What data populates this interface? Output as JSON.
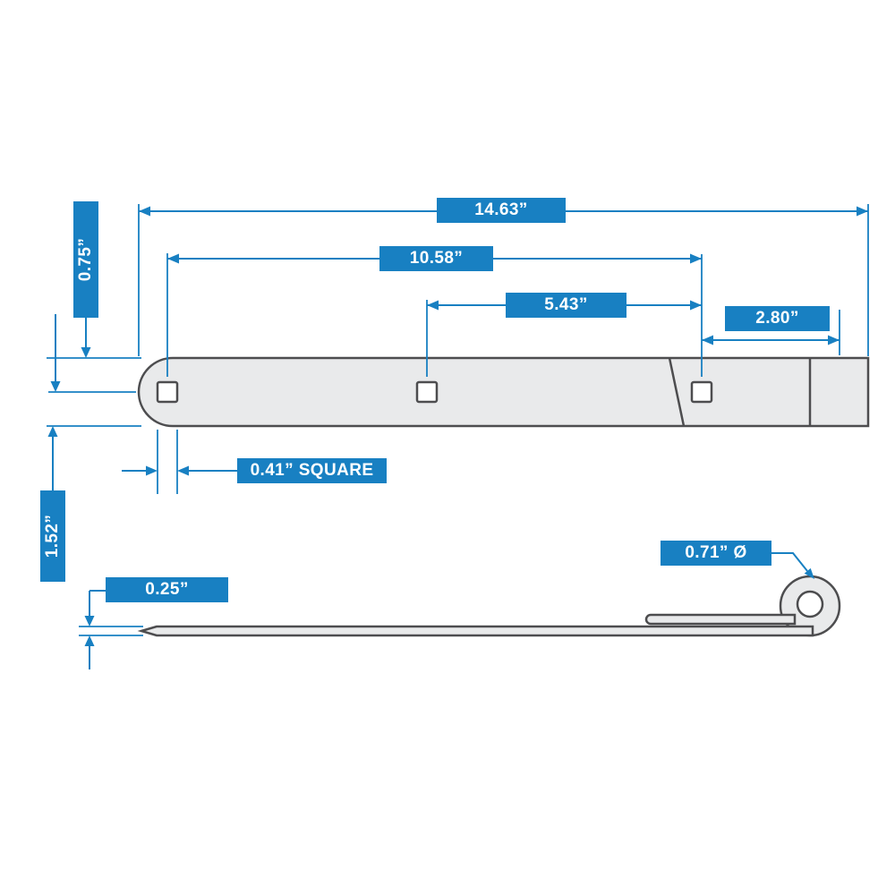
{
  "diagram": {
    "colors": {
      "accent": "#1880C2",
      "part_fill": "#E9EAEB",
      "part_stroke": "#4D4D4F"
    },
    "dimensions": {
      "overall_length": "14.63”",
      "hole_spacing_outer": "10.58”",
      "hole_spacing_inner": "5.43”",
      "hole_to_end": "2.80”",
      "edge_to_hole_center": "0.75”",
      "strap_width": "1.52”",
      "hole_size": "0.41” SQUARE",
      "thickness": "0.25”",
      "curl_diameter": "0.71” Ø"
    }
  }
}
